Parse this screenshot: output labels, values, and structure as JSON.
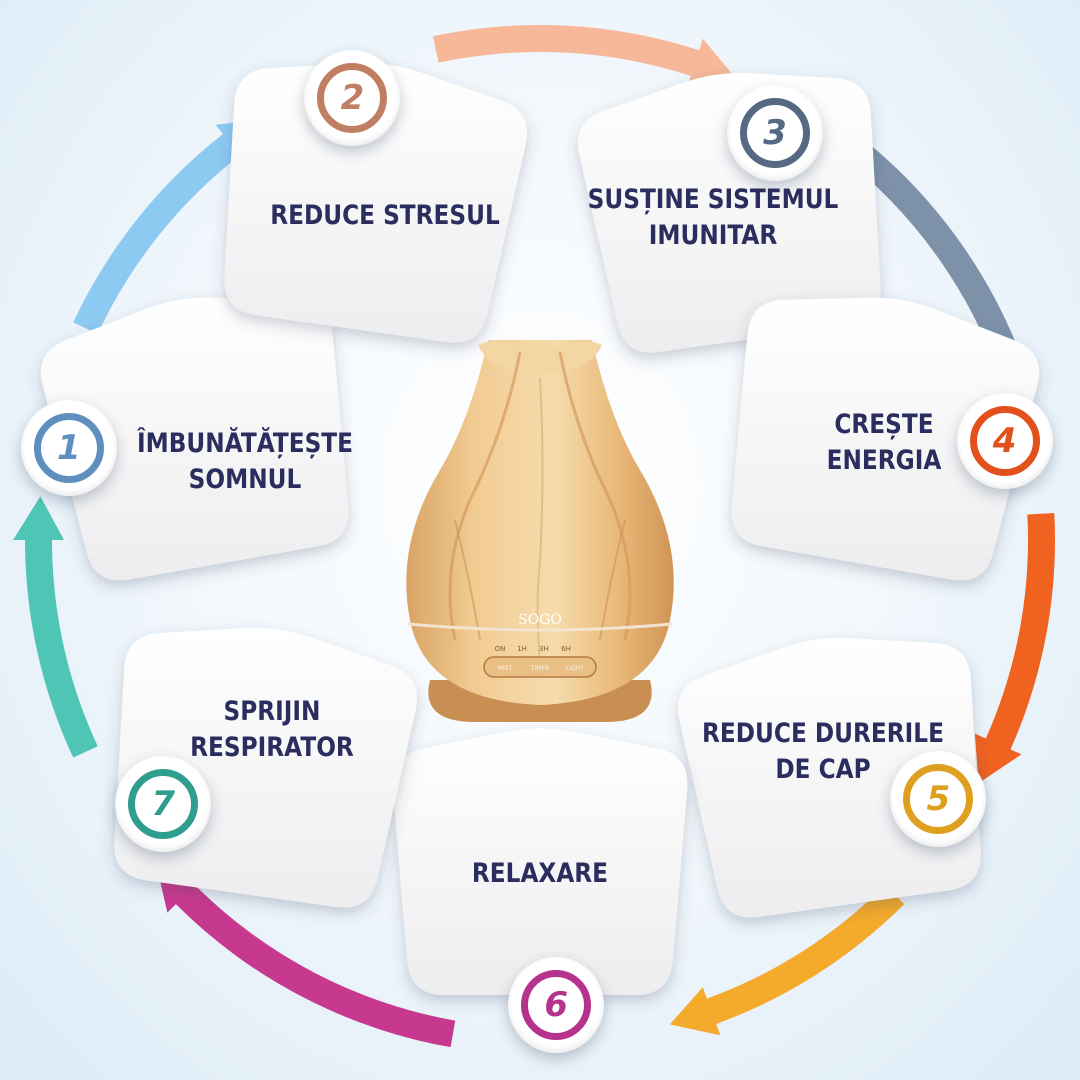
{
  "colors": {
    "text": "#2b2d5e",
    "wood_light": "#f3d29c",
    "wood_mid": "#e2b06e",
    "wood_dark": "#c98c4c",
    "panel": "#f7f7f8"
  },
  "device": {
    "brand": "SOGO",
    "button_labels": [
      "ON",
      "1H",
      "3H",
      "6H"
    ],
    "control_labels": [
      "MIST",
      "TIMER",
      "LIGHT"
    ]
  },
  "steps": [
    {
      "number": "1",
      "lines": [
        "ÎMBUNĂTĂȚEȘTE",
        "SOMNUL"
      ],
      "color": "#5f8fbf",
      "arrow": "#8ccaf2"
    },
    {
      "number": "2",
      "lines": [
        "REDUCE STRESUL"
      ],
      "color": "#c07f62",
      "arrow": "#f7b899"
    },
    {
      "number": "3",
      "lines": [
        "SUSȚINE SISTEMUL",
        "IMUNITAR"
      ],
      "color": "#556a82",
      "arrow": "#7d91a8"
    },
    {
      "number": "4",
      "lines": [
        "CREȘTE",
        "ENERGIA"
      ],
      "color": "#e2501b",
      "arrow": "#f06220"
    },
    {
      "number": "5",
      "lines": [
        "REDUCE DURERILE",
        "DE CAP"
      ],
      "color": "#dfa020",
      "arrow": "#f4aa2a"
    },
    {
      "number": "6",
      "lines": [
        "RELAXARE"
      ],
      "color": "#b5338d",
      "arrow": "#c7398e"
    },
    {
      "number": "7",
      "lines": [
        "SPRIJIN",
        "RESPIRATOR"
      ],
      "color": "#2f9e8f",
      "arrow": "#4fc6b5"
    }
  ]
}
